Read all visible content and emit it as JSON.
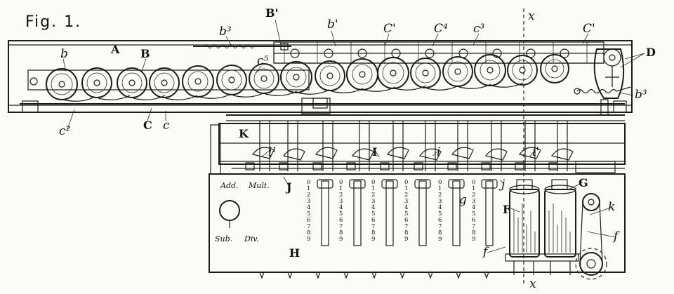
{
  "figure": {
    "title": "Fig. 1.",
    "panel": {
      "top_left": "Add.",
      "top_right": "Mult.",
      "bottom_left": "Sub.",
      "bottom_right": "Div."
    },
    "digits": [
      "0",
      "1",
      "2",
      "3",
      "4",
      "5",
      "6",
      "7",
      "8",
      "9"
    ],
    "labels": {
      "b_small": "b",
      "A": "A",
      "B": "B",
      "b3_top": "b³",
      "B1": "B'",
      "b1": "b'",
      "C1_a": "C'",
      "C4": "C⁴",
      "c3": "c³",
      "C1_b": "C'",
      "x_top": "x",
      "D": "D",
      "c5": "c⁵",
      "b3_right": "b³",
      "c2": "c²",
      "C": "C",
      "c": "c",
      "K": "K",
      "i1": "i¹",
      "I": "I",
      "i": "i",
      "i_prime": "i'",
      "J": "J",
      "j": "j",
      "G": "G",
      "F": "F",
      "k": "k",
      "g": "g",
      "f_right": "f",
      "f_left": "f",
      "H": "H",
      "x_bottom": "x"
    }
  }
}
